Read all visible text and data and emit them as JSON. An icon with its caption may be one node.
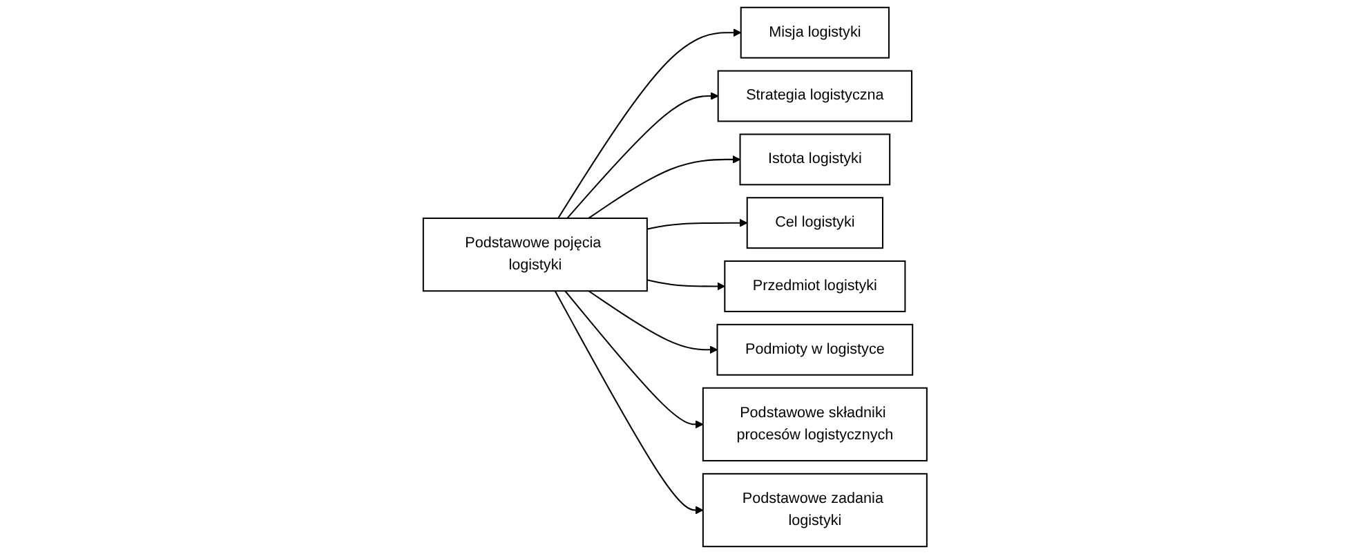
{
  "diagram": {
    "nodes": [
      {
        "text": [
          "Misja logistyki"
        ]
      },
      {
        "text": [
          "Strategia logistyczna"
        ]
      },
      {
        "text": [
          "Istota logistyki"
        ]
      },
      {
        "text": [
          "Cel logistyki"
        ]
      },
      {
        "text": [
          "Podstawowe pojęcia logistyki"
        ]
      },
      {
        "text": [
          "Przedmiot logistyki"
        ]
      },
      {
        "text": [
          "Podmioty w logistyce"
        ]
      },
      {
        "text": [
          "Podstawowe składniki procesów logistycznych"
        ]
      },
      {
        "text": [
          "Podstawowe zadania logistyki"
        ]
      }
    ],
    "edges": [
      {
        "from": 4,
        "to": 0,
        "arrow": "to"
      },
      {
        "from": 4,
        "to": 1,
        "arrow": "to"
      },
      {
        "from": 4,
        "to": 2,
        "arrow": "to"
      },
      {
        "from": 4,
        "to": 3,
        "arrow": "to"
      },
      {
        "from": 4,
        "to": 5,
        "arrow": "to"
      },
      {
        "from": 4,
        "to": 6,
        "arrow": "to"
      },
      {
        "from": 4,
        "to": 7,
        "arrow": "to"
      },
      {
        "from": 4,
        "to": 8,
        "arrow": "to"
      }
    ]
  }
}
